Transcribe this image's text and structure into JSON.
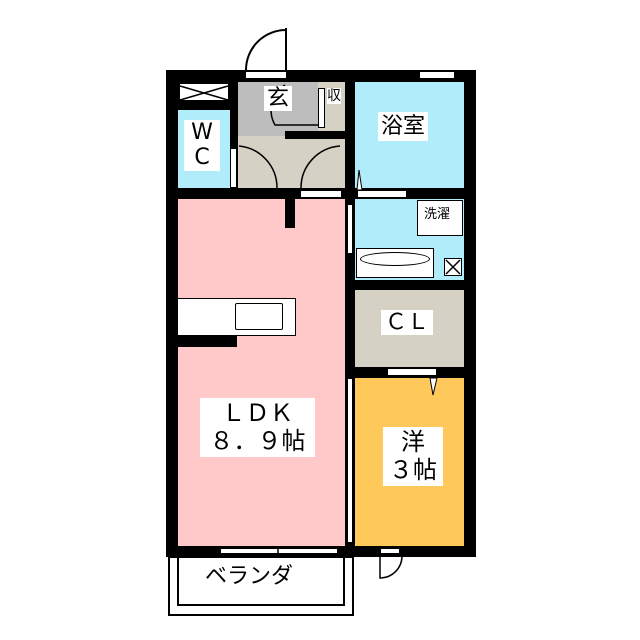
{
  "rooms": {
    "entrance": "玄",
    "storage": "収",
    "bathroom": "浴室",
    "wc_line1": "W",
    "wc_line2": "C",
    "laundry": "洗濯",
    "closet": "ＣＬ",
    "ldk_line1": "ＬＤＫ",
    "ldk_line2": "８．９帖",
    "western_line1": "洋",
    "western_line2": "３帖",
    "balcony": "ベランダ"
  },
  "colors": {
    "ldk": "#ffc9c9",
    "wet": "#b0ecfa",
    "western": "#ffc85a",
    "closet": "#d5d2c5",
    "entrance": "#bdbdbd",
    "wall": "#000000"
  }
}
